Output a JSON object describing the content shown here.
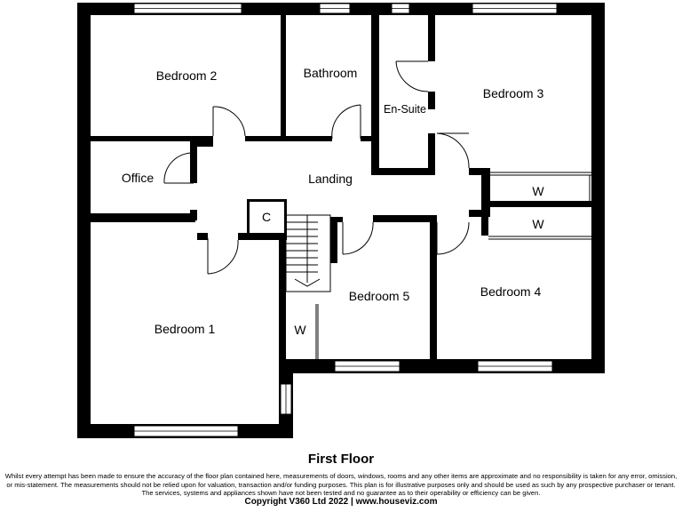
{
  "floor_title": "First Floor",
  "rooms": {
    "bedroom_1": "Bedroom 1",
    "bedroom_2": "Bedroom 2",
    "bedroom_3": "Bedroom 3",
    "bedroom_4": "Bedroom 4",
    "bedroom_5": "Bedroom 5",
    "bathroom": "Bathroom",
    "en_suite": "En-Suite",
    "office": "Office",
    "landing": "Landing",
    "cupboard": "C",
    "wardrobe_1": "W",
    "wardrobe_2": "W",
    "wardrobe_3": "W"
  },
  "disclaimer": {
    "line1": "Whilst every attempt has been made to ensure the accuracy of the floor plan contained here, measurements of doors, windows, rooms and any other items are approximate and no responsibility is taken for any error, omission,",
    "line2": "or mis-statement. The measurements should not be relied upon for valuation, transaction and/or funding purposes. This plan is for illustrative purposes only and should be used as such by any prospective purchaser or tenant.",
    "line3": "The services, systems and appliances shown have not been tested and no guarantee as to their operability or efficiency can be given."
  },
  "copyright": "Copyright V360 Ltd 2022 | www.houseviz.com",
  "colors": {
    "wall": "#000000",
    "background": "#ffffff",
    "window": "#ffffff"
  }
}
